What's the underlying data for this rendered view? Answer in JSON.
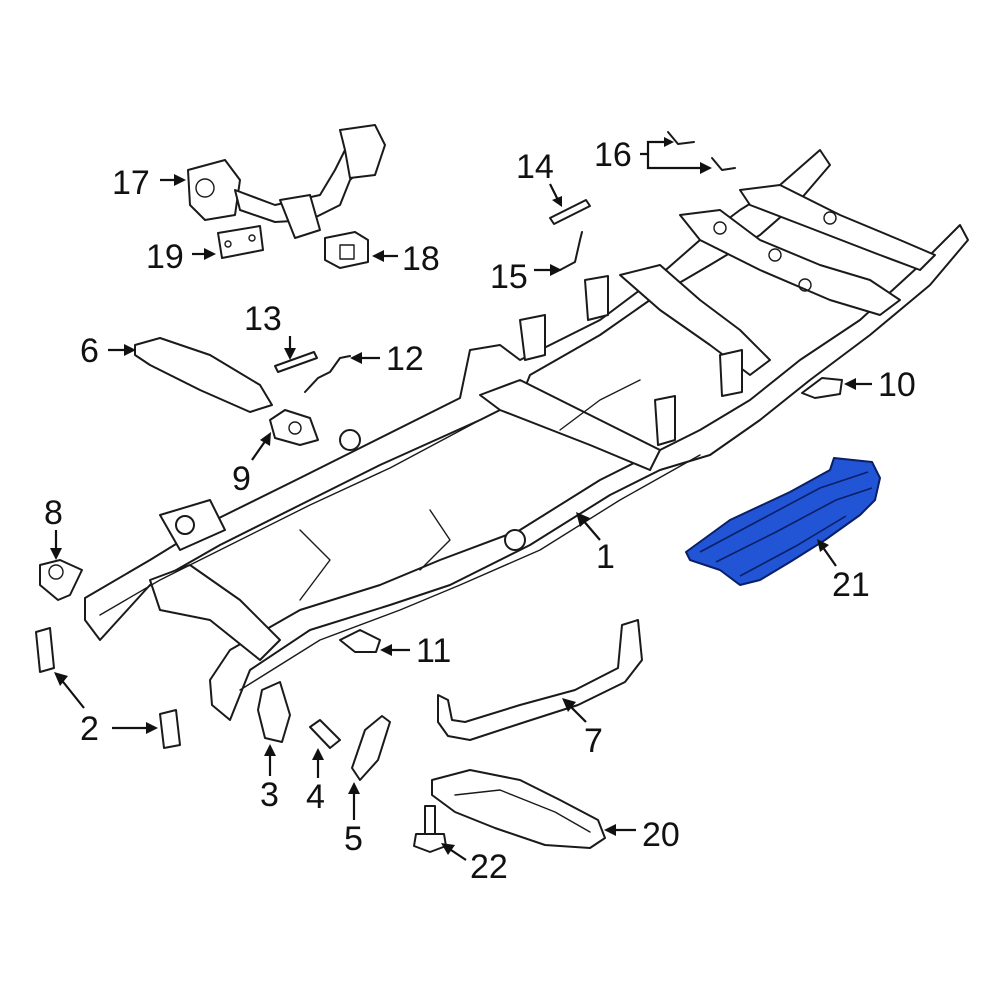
{
  "callouts": {
    "c1": "1",
    "c2": "2",
    "c3": "3",
    "c4": "4",
    "c5": "5",
    "c6": "6",
    "c7": "7",
    "c8": "8",
    "c9": "9",
    "c10": "10",
    "c11": "11",
    "c12": "12",
    "c13": "13",
    "c14": "14",
    "c15": "15",
    "c16": "16",
    "c17": "17",
    "c18": "18",
    "c19": "19",
    "c20": "20",
    "c21": "21",
    "c22": "22"
  },
  "colors": {
    "highlight_part": "#2255d6",
    "line_art": "#1a1a1a",
    "background": "#ffffff"
  },
  "highlighted_callout": "21"
}
